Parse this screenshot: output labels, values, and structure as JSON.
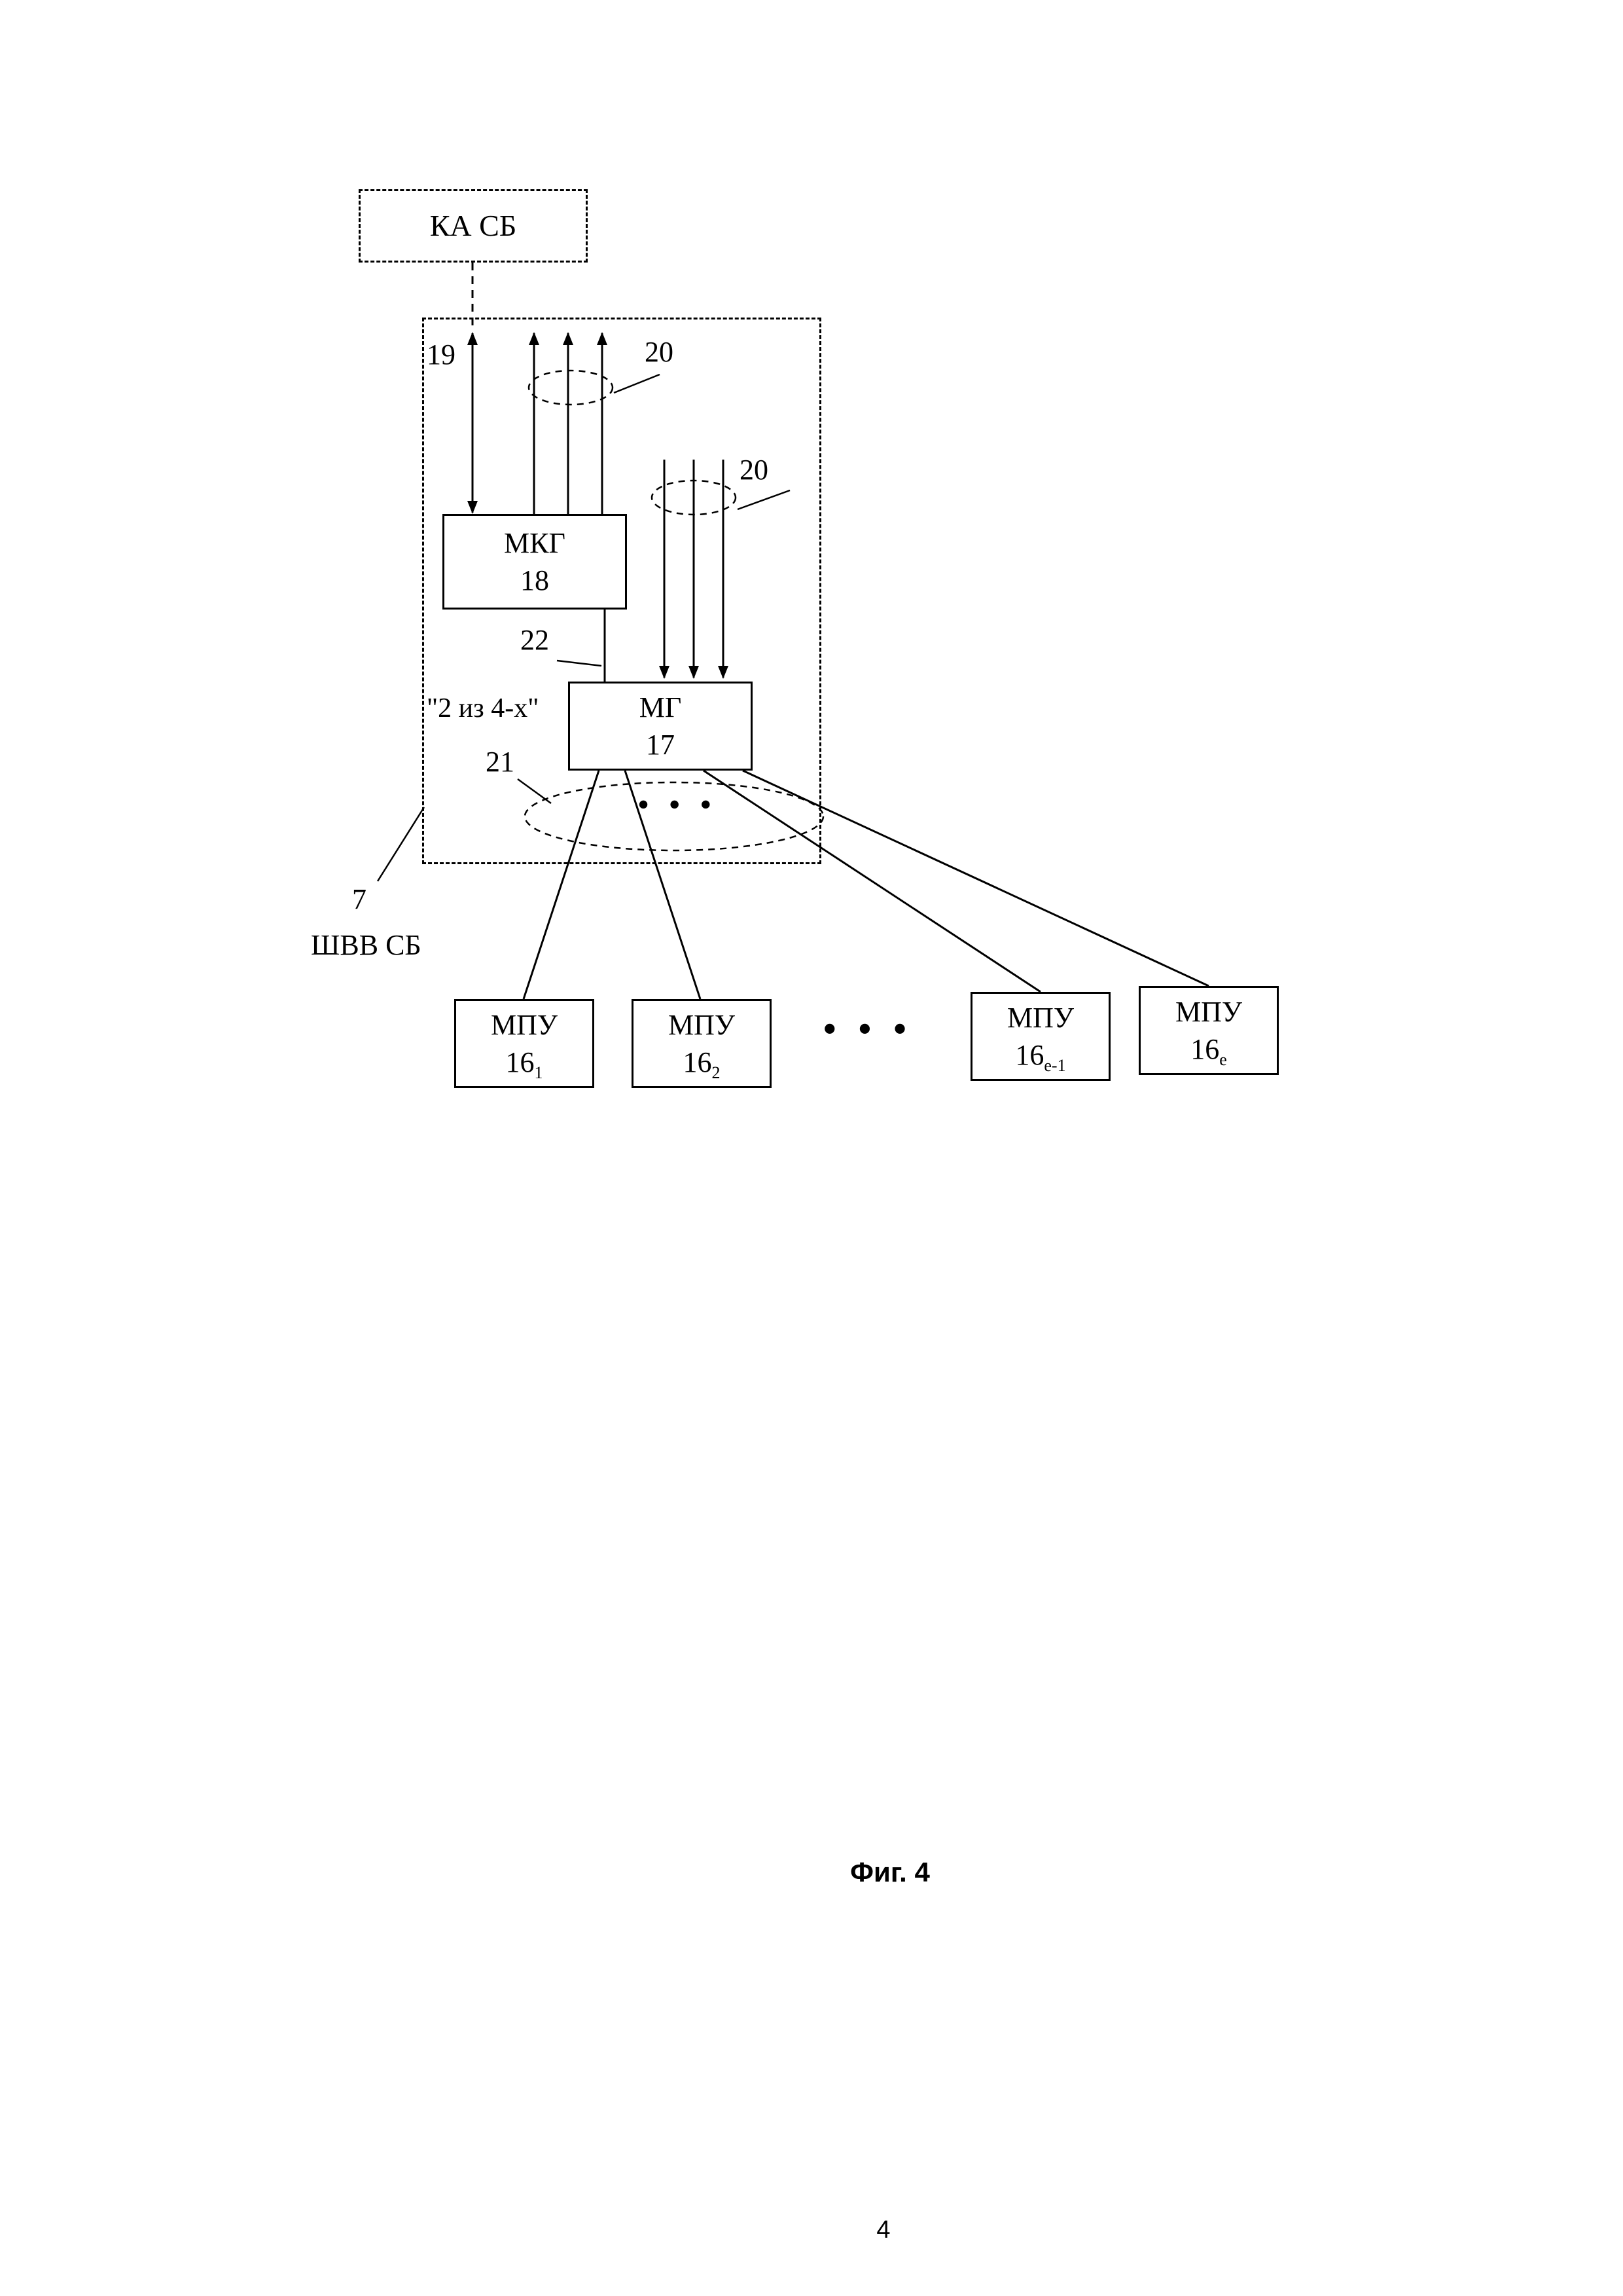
{
  "figure": {
    "caption": "Фиг. 4",
    "page_number": "4"
  },
  "diagram": {
    "ka_sb_label": "КА СБ",
    "region": {
      "ref": "7",
      "label": "ШВВ СБ"
    },
    "mode_label": "\"2 из 4-х\"",
    "mkg": {
      "name": "МКГ",
      "ref": "18"
    },
    "mg": {
      "name": "МГ",
      "ref": "17"
    },
    "mpu": [
      {
        "name": "МПУ",
        "ref": "16",
        "sub": "1"
      },
      {
        "name": "МПУ",
        "ref": "16",
        "sub": "2"
      },
      {
        "name": "МПУ",
        "ref": "16",
        "sub": "е-1"
      },
      {
        "name": "МПУ",
        "ref": "16",
        "sub": "е"
      }
    ],
    "refs": {
      "r19": "19",
      "r20_top": "20",
      "r20_mid": "20",
      "r21": "21",
      "r22": "22"
    },
    "dots_bus": "• • •",
    "dots_units": "• • •"
  }
}
